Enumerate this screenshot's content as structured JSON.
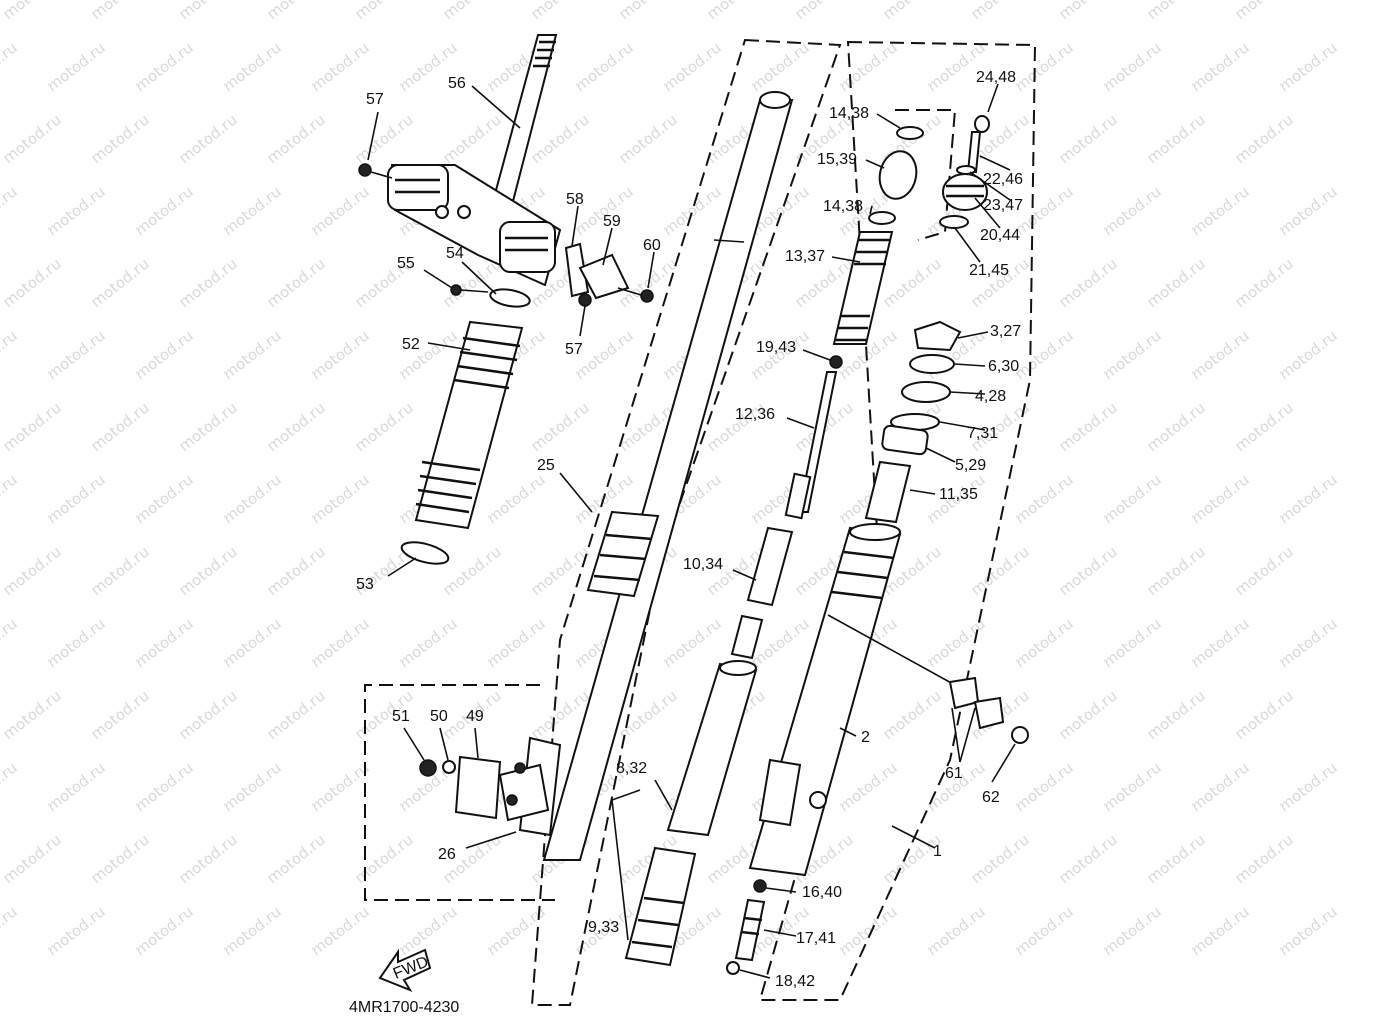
{
  "watermark": "motod.ru",
  "diagram_code": "4MR1700-4230",
  "fwd_label": "FWD",
  "labels": {
    "l57a": "57",
    "l56": "56",
    "l58": "58",
    "l59": "59",
    "l60": "60",
    "l55": "55",
    "l54": "54",
    "l57b": "57",
    "l52": "52",
    "l25": "25",
    "l53": "53",
    "l51": "51",
    "l50": "50",
    "l49": "49",
    "l26": "26",
    "l8_32": "8,32",
    "l9_33": "9,33",
    "l10_34": "10,34",
    "l12_36": "12,36",
    "l19_43": "19,43",
    "l13_37": "13,37",
    "l14_38a": "14,38",
    "l15_39": "15,39",
    "l14_38b": "14,38",
    "l24_48": "24,48",
    "l22_46": "22,46",
    "l23_47": "23,47",
    "l20_44": "20,44",
    "l21_45": "21,45",
    "l3_27": "3,27",
    "l6_30": "6,30",
    "l4_28": "4,28",
    "l7_31": "7,31",
    "l5_29": "5,29",
    "l11_35": "11,35",
    "l2": "2",
    "l1": "1",
    "l61": "61",
    "l62": "62",
    "l16_40": "16,40",
    "l17_41": "17,41",
    "l18_42": "18,42"
  }
}
